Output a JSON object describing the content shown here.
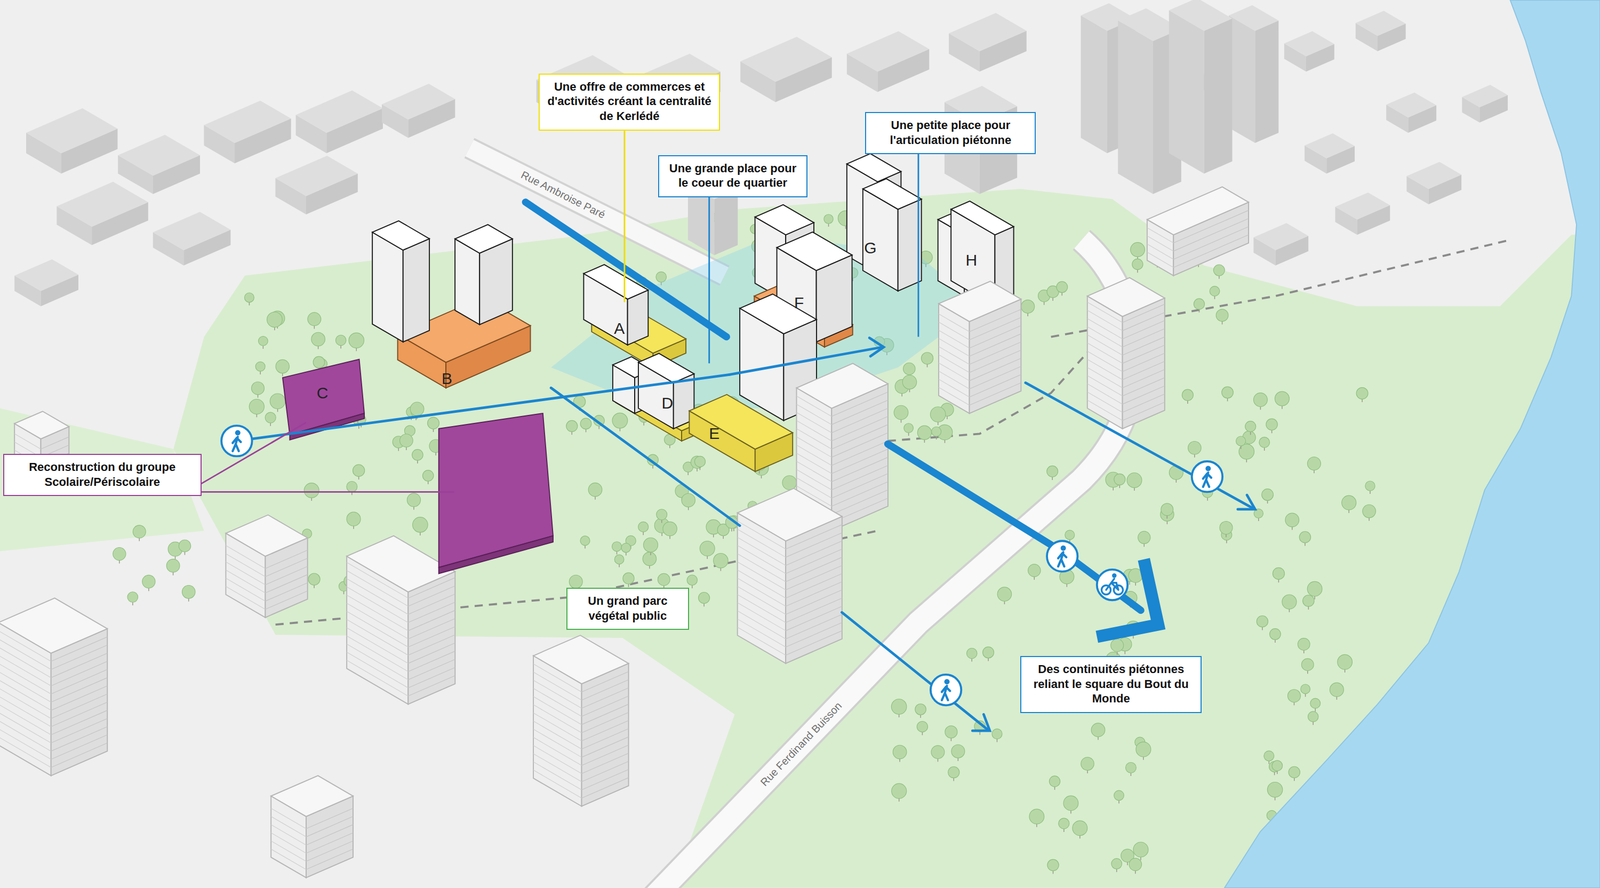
{
  "diagram": {
    "nodes": [
      {
        "text": [
          "Une offre de commerces et d'activités créant la centralité de Kerlédé"
        ]
      },
      {
        "text": [
          "Une grande place pour le coeur de quartier"
        ]
      },
      {
        "text": [
          "Une petite place pour l'articulation piétonne"
        ]
      },
      {
        "text": [
          "Reconstruction du groupe Scolaire/Périscolaire"
        ]
      },
      {
        "text": [
          "Un grand parc végétal public"
        ]
      },
      {
        "text": [
          "Des continuités piétonnes reliant le square du Bout du Monde"
        ]
      }
    ],
    "labels": [
      "Rue Ambroise Paré",
      "A",
      "B",
      "C",
      "D",
      "E",
      "F",
      "G",
      "H",
      "Rue Ferdinand Buisson"
    ]
  }
}
